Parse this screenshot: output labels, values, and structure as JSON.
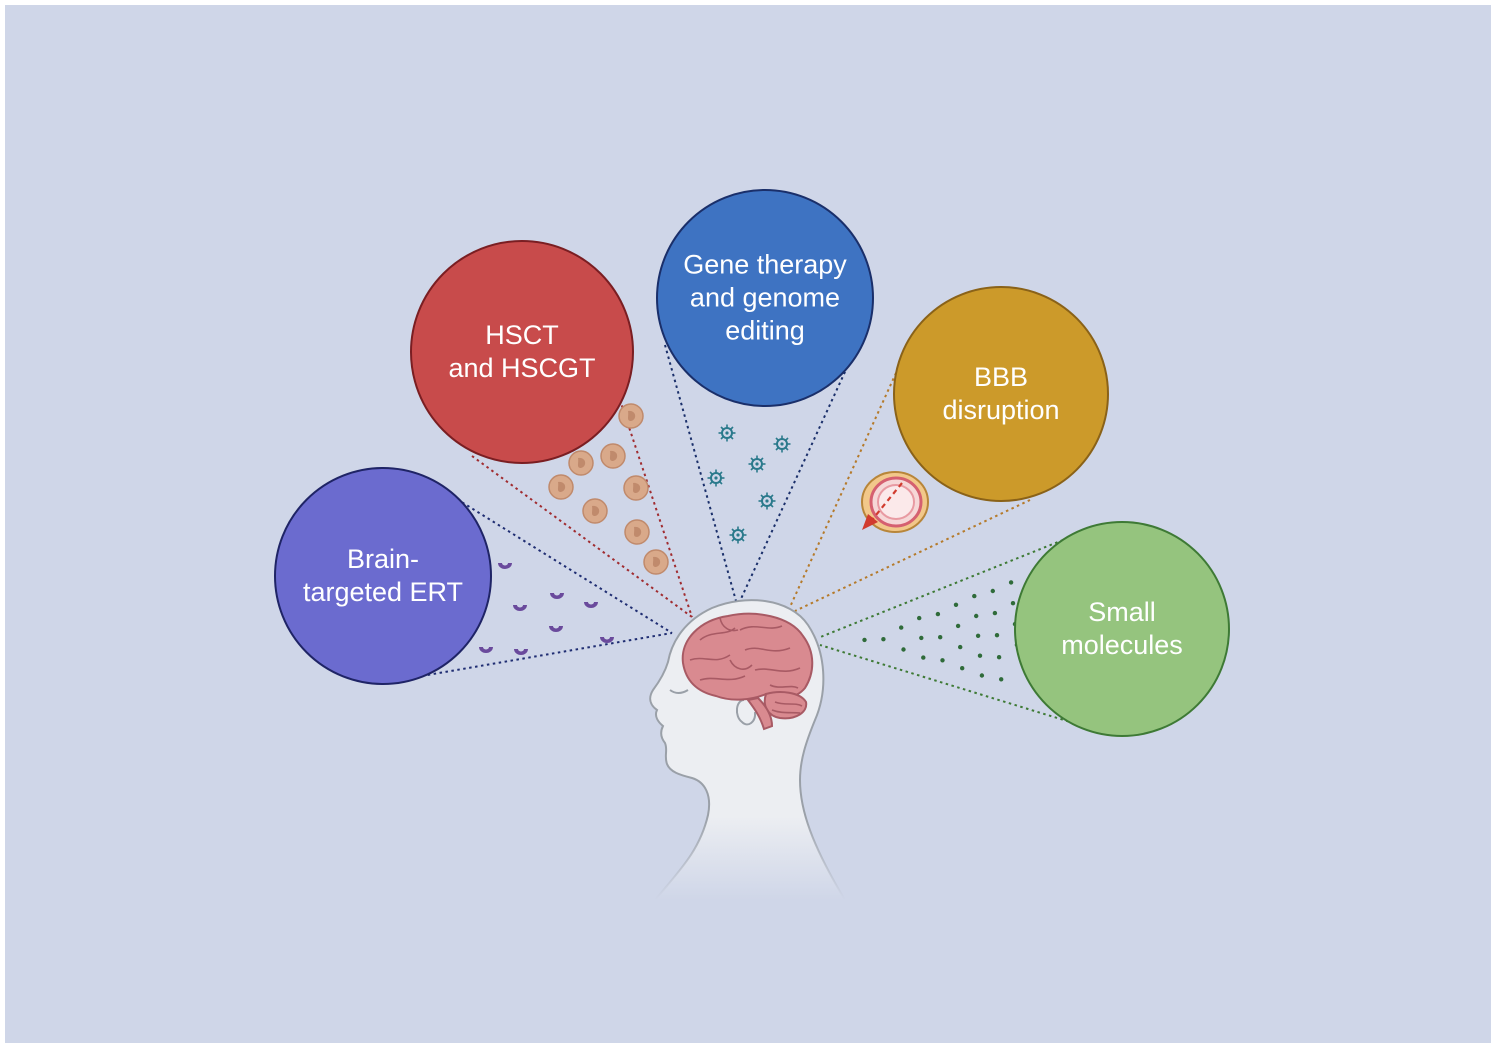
{
  "colors": {
    "background": "#cfd6e8",
    "frame": "#ffffff"
  },
  "therapies": [
    {
      "id": "ert",
      "lines": [
        "Brain-",
        "targeted ERT"
      ],
      "fill": "#6b6bcf",
      "stroke": "#1f2466",
      "cone_color": "#1f2d72",
      "particle": "enzyme-icon",
      "particle_color": "#6a4a9c"
    },
    {
      "id": "hsct",
      "lines": [
        "HSCT",
        "and HSCGT"
      ],
      "fill": "#c84b4b",
      "stroke": "#7a1e22",
      "cone_color": "#a02c30",
      "particle": "stem-cell-icon",
      "particle_color": "#d9a98a"
    },
    {
      "id": "gene",
      "lines": [
        "Gene therapy",
        "and genome",
        "editing"
      ],
      "fill": "#3e73c2",
      "stroke": "#1a2f6a",
      "cone_color": "#1a2f6a",
      "particle": "virus-vector-icon",
      "particle_color": "#2b7a8c"
    },
    {
      "id": "bbb",
      "lines": [
        "BBB",
        "disruption"
      ],
      "fill": "#cc9a2a",
      "stroke": "#8a6218",
      "cone_color": "#b57a2a",
      "particle": "blood-vessel-icon",
      "particle_color": "#d13b2e"
    },
    {
      "id": "small",
      "lines": [
        "Small",
        "molecules"
      ],
      "fill": "#95c47e",
      "stroke": "#3e7a35",
      "cone_color": "#3e7a35",
      "particle": "small-molecule-dot-icon",
      "particle_color": "#2f6b3a"
    }
  ],
  "head": {
    "icon": "human-head-profile-icon",
    "brain_icon": "brain-icon",
    "skin_color": "#eceef2",
    "outline_color": "#9aa0a8",
    "brain_color": "#d98a90",
    "brain_outline": "#a85a64"
  }
}
